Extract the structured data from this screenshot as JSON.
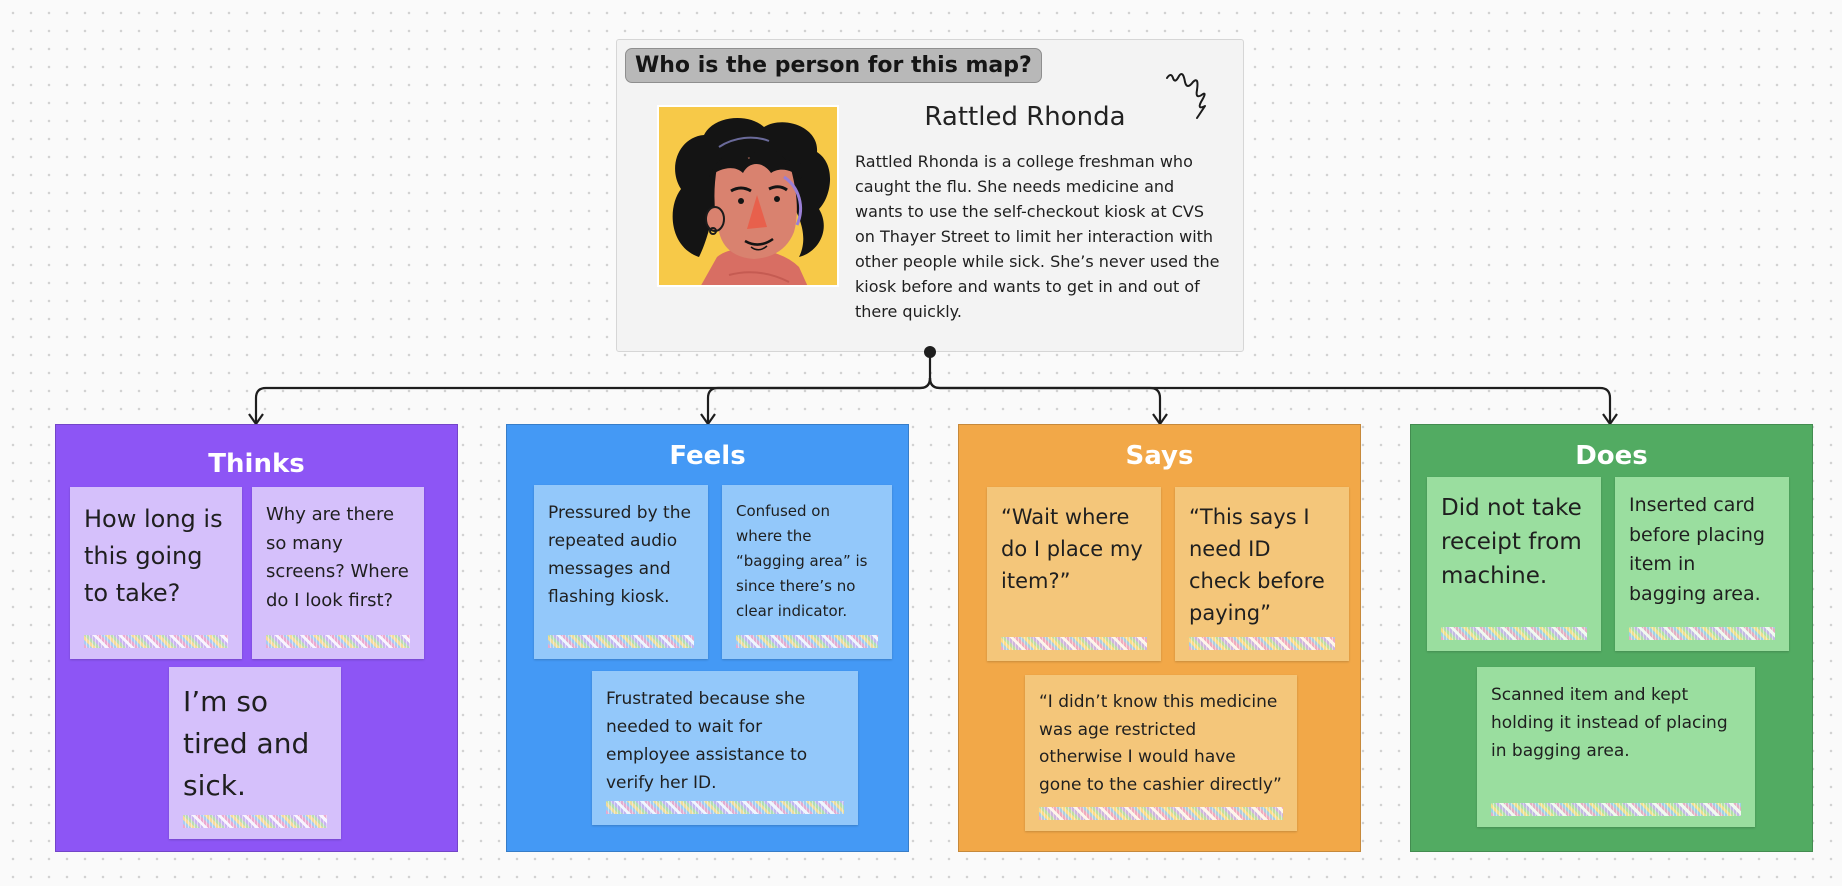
{
  "persona": {
    "question": "Who is the person for this map?",
    "name": "Rattled Rhonda",
    "description": "Rattled Rhonda is a college freshman who caught the flu. She needs medicine and wants to use the self-checkout kiosk at CVS on Thayer Street to limit her interaction with other people while sick. She’s never used the kiosk before and wants to get in and out of there quickly."
  },
  "sections": {
    "thinks": {
      "title": "Thinks",
      "color": "#8d55f5",
      "notes": [
        "How long is this going to take?",
        "Why are there so many screens? Where do I look first?",
        "I’m so tired and sick."
      ]
    },
    "feels": {
      "title": "Feels",
      "color": "#4499f5",
      "notes": [
        "Pressured by the repeated audio messages and flashing kiosk.",
        "Confused on where the “bagging area” is since there’s no clear indicator.",
        "Frustrated because she needed to wait for employee assistance to verify her ID."
      ]
    },
    "says": {
      "title": "Says",
      "color": "#f2a848",
      "notes": [
        "“Wait where do I place my item?”",
        "“This says I need ID check before paying”",
        "“I didn’t know this medicine was age restricted otherwise I would have gone to the cashier directly”"
      ]
    },
    "does": {
      "title": "Does",
      "color": "#52ab62",
      "notes": [
        "Did not take receipt from machine.",
        "Inserted card before placing item in bagging area.",
        "Scanned item and kept holding it instead of placing in bagging area."
      ]
    }
  },
  "icons": {
    "squiggle": "squiggle-icon",
    "arrow": "arrow-down-icon",
    "connector_dot": "connector-dot-icon"
  }
}
